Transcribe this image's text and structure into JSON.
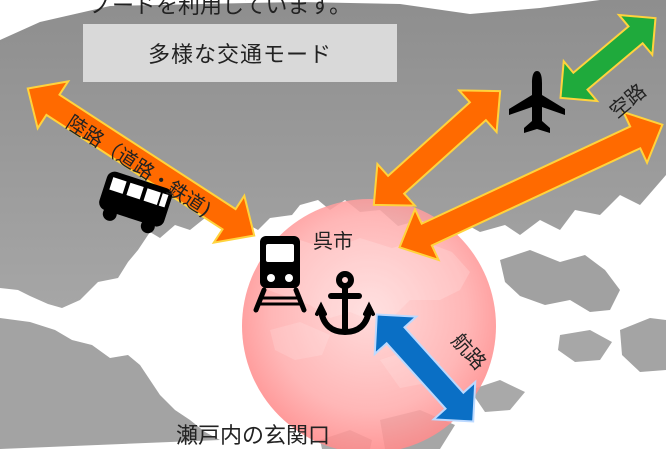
{
  "header_partial_text": "ノードを利用しています。",
  "title_box": {
    "text": "多様な交通モード"
  },
  "labels": {
    "land_route": "陸路（道路・鉄道)",
    "air_route": "空路",
    "sea_route": "航路",
    "city": "呉市",
    "gateway": "瀬戸内の玄関口"
  },
  "icons": [
    "bus-icon",
    "airplane-icon",
    "train-icon",
    "anchor-icon"
  ],
  "colors": {
    "map_land": "#9a9a9a",
    "map_water": "#ffffff",
    "land_route_arrow": "#ff6a00",
    "air_route_arrow": "#1faa3c",
    "sea_route_arrow": "#0a6fc5",
    "highlight_circle": "#ff9a9a",
    "title_box": "#d9d9d9"
  }
}
